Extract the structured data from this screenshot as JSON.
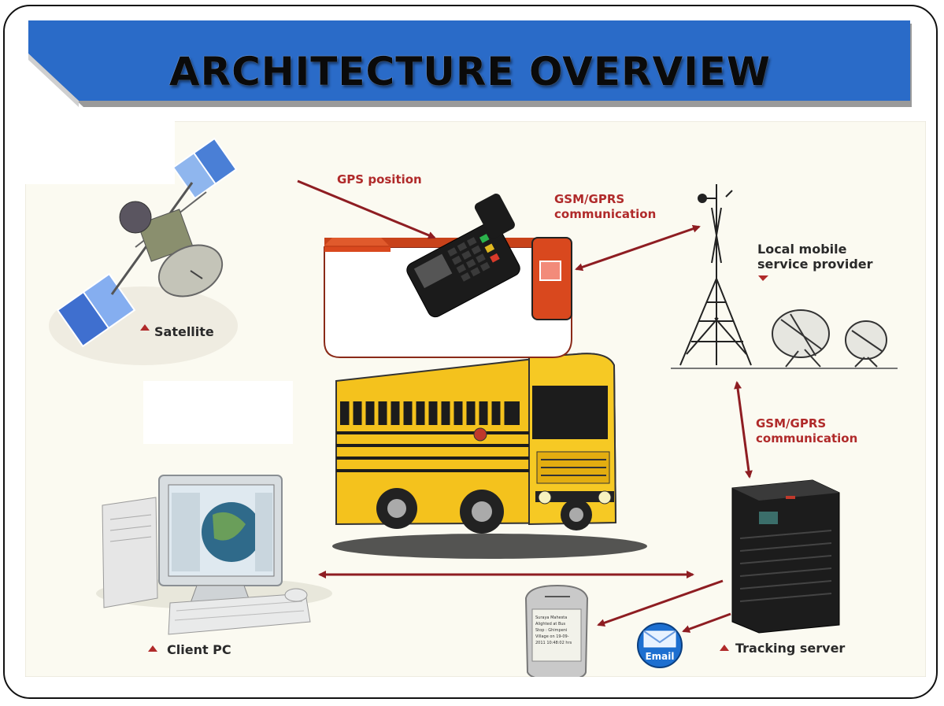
{
  "slide": {
    "title": "ARCHITECTURE OVERVIEW"
  },
  "diagram": {
    "labels": {
      "gps_position": "GPS position",
      "gsm_top": "GSM/GPRS\ncommunication",
      "local_provider": "Local mobile\nservice provider",
      "satellite": "Satellite",
      "gsm_right": "GSM/GPRS\ncommunication",
      "client_pc": "Client PC",
      "tracking_server": "Tracking server",
      "email": "Email"
    },
    "phone_screen_text": "Suraya Mahesta\nAlighted at Bus\nStop : Ghimpeni\nVillage on 19-09-\n2011 10:48:02 hrs"
  },
  "colors": {
    "banner_blue": "#2a6bc8",
    "arrow_red": "#8e1d22",
    "bus_yellow": "#f4c21d",
    "box_orange": "#d9481e",
    "diagram_bg": "#fbfaf1"
  }
}
